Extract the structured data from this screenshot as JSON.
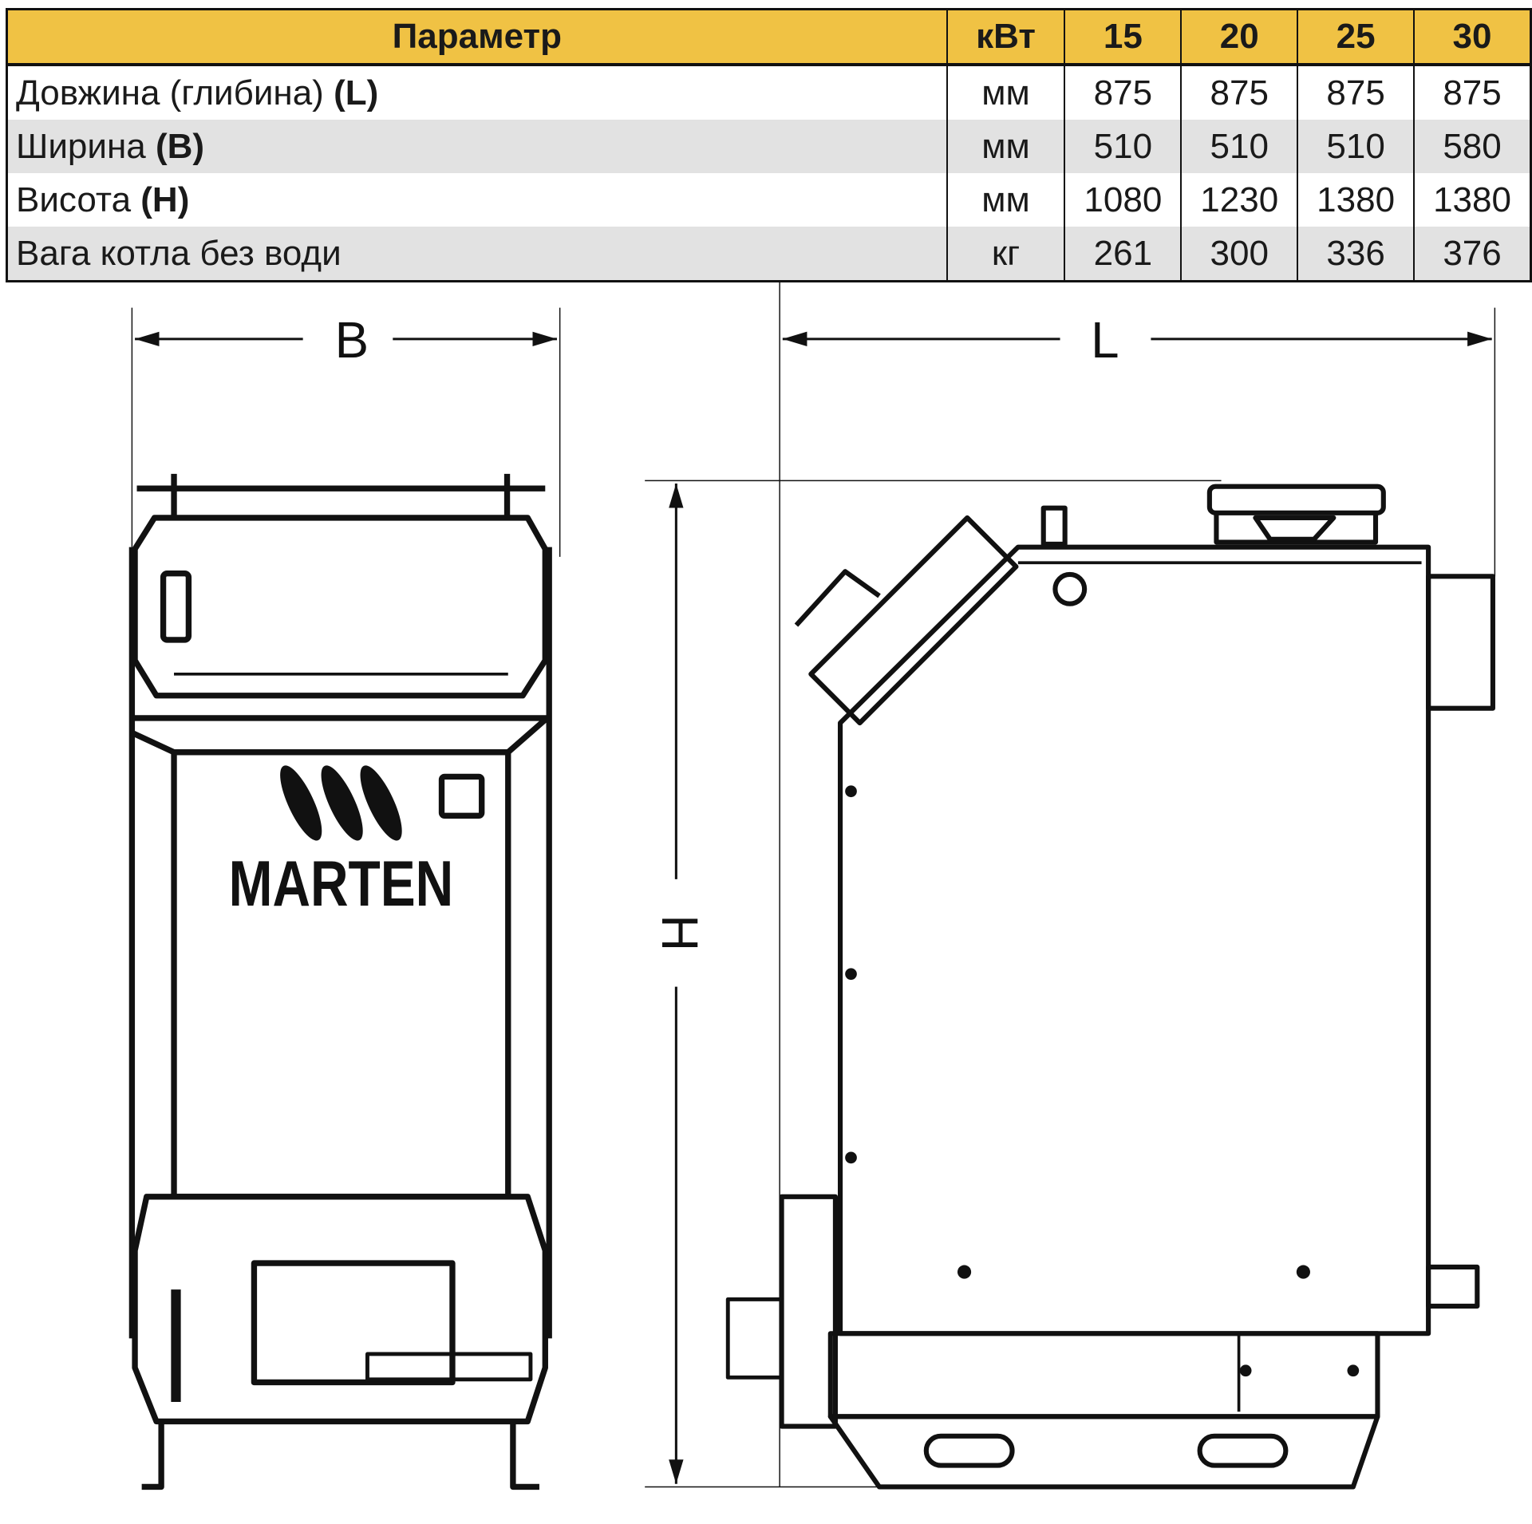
{
  "table": {
    "headers": [
      "Параметр",
      "кВт",
      "15",
      "20",
      "25",
      "30"
    ],
    "rows": [
      {
        "label": "Довжина (глибина) ",
        "key": "(L)",
        "unit": "мм",
        "values": [
          "875",
          "875",
          "875",
          "875"
        ]
      },
      {
        "label": "Ширина ",
        "key": "(B)",
        "unit": "мм",
        "values": [
          "510",
          "510",
          "510",
          "580"
        ]
      },
      {
        "label": "Висота ",
        "key": "(H)",
        "unit": "мм",
        "values": [
          "1080",
          "1230",
          "1380",
          "1380"
        ]
      },
      {
        "label": "Вага котла без води",
        "key": "",
        "unit": "кг",
        "values": [
          "261",
          "300",
          "336",
          "376"
        ]
      }
    ]
  },
  "drawing": {
    "dim_width": "B",
    "dim_length": "L",
    "dim_height": "H",
    "logo_text": "MARTEN"
  }
}
